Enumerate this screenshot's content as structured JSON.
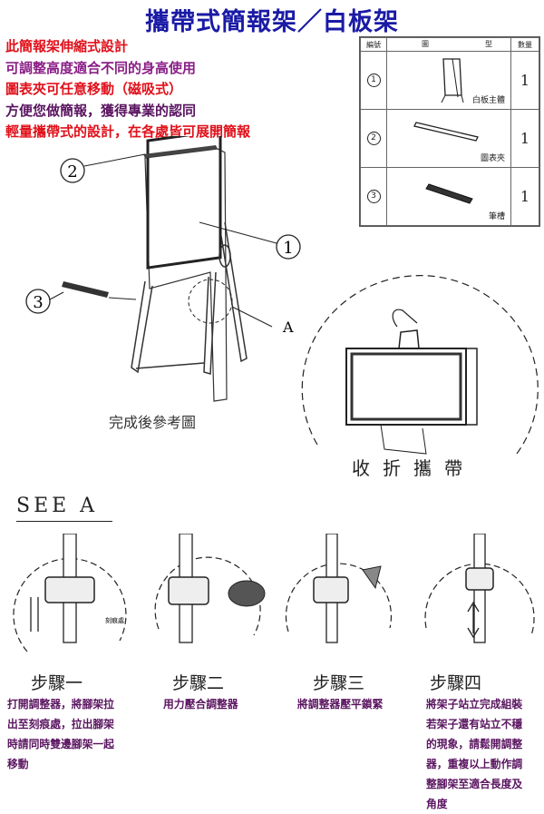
{
  "title": "攜帶式簡報架／白板架",
  "features": [
    {
      "text": "此簡報架伸縮式設計",
      "color": "#e0101a"
    },
    {
      "text": "可調整高度適合不同的身高使用",
      "color": "#8a1e86"
    },
    {
      "text": "圖表夾可任意移動（磁吸式）",
      "color": "#e0101a"
    },
    {
      "text": "方便您做簡報，獲得專業的認同",
      "color": "#5a1460"
    },
    {
      "text": "輕量攜帶式的設計，在各處皆可展開簡報",
      "color": "#e0101a"
    }
  ],
  "parts_table": {
    "headers": [
      "編號",
      "圖",
      "型",
      "數量"
    ],
    "rows": [
      {
        "no": "1",
        "name": "白板主體",
        "qty": "1"
      },
      {
        "no": "2",
        "name": "圖表夾",
        "qty": "1"
      },
      {
        "no": "3",
        "name": "筆槽",
        "qty": "1"
      }
    ]
  },
  "diagram": {
    "callouts": [
      "2",
      "1",
      "3"
    ],
    "detail_marker": "A",
    "caption": "完成後參考圖",
    "fold_caption": "收折攜帶",
    "see_label": "SEE  A",
    "scale_label": "刻痕處"
  },
  "steps": [
    {
      "title": "步驟一",
      "desc": [
        "打開調整器，將腳架拉",
        "出至刻痕處，拉出腳架",
        "時請同時雙邊腳架一起",
        "移動"
      ]
    },
    {
      "title": "步驟二",
      "desc": [
        "用力壓合調整器"
      ]
    },
    {
      "title": "步驟三",
      "desc": [
        "將調整器壓平鎖緊"
      ]
    },
    {
      "title": "步驟四",
      "desc": [
        "將架子站立完成組裝",
        "若架子還有站立不穩",
        "的現象，請鬆開調整",
        "器，重複以上動作調",
        "整腳架至適合長度及",
        "角度"
      ]
    }
  ]
}
